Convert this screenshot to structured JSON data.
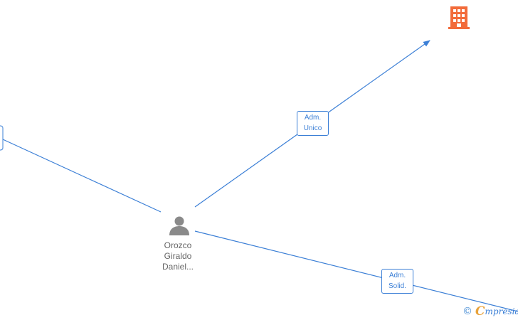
{
  "diagram": {
    "person": {
      "name_lines": [
        "Orozco",
        "Giraldo",
        "Daniel..."
      ],
      "icon": "person-icon"
    },
    "company": {
      "icon": "building-icon",
      "color": "#f26b3a"
    },
    "edges": [
      {
        "label_lines": [
          "Adm.",
          "Unico"
        ]
      },
      {
        "label_lines": [
          "Adm.",
          "Solid."
        ]
      },
      {
        "label_lines": []
      }
    ],
    "edge_color": "#3b7fd6"
  },
  "watermark": {
    "copyright_symbol": "©",
    "brand_initial": "C",
    "brand_rest": "mpresia"
  }
}
